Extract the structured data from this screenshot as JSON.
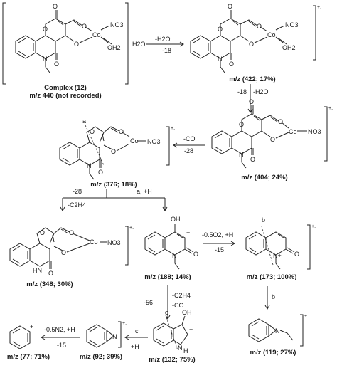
{
  "compounds": {
    "c12": {
      "name": "Complex (12)",
      "mz": "m/z 440 (not recorded)"
    },
    "c422": {
      "mz": "m/z (422; 17%)"
    },
    "c404": {
      "mz": "m/z (404; 24%)"
    },
    "c376": {
      "mz": "m/z (376; 18%)"
    },
    "c348": {
      "mz": "m/z (348; 30%)"
    },
    "c188": {
      "mz": "m/z (188; 14%)"
    },
    "c173": {
      "mz": "m/z (173; 100%)"
    },
    "c119": {
      "mz": "m/z (119; 27%)"
    },
    "c132": {
      "mz": "m/z (132; 75%)"
    },
    "c92": {
      "mz": "m/z (92; 39%)"
    },
    "c77": {
      "mz": "m/z (77; 71%)"
    }
  },
  "steps": {
    "s1a": "-H2O",
    "s1b": "-18",
    "water": "H2O",
    "s2a": "-18",
    "s2b": "-H2O",
    "s3a": "-CO",
    "s3b": "-28",
    "s4a": "-28",
    "s4b": "-C2H4",
    "s5a": "a, +H",
    "s6a": "-0.5O2, +H",
    "s6b": "-15",
    "s7a": "b",
    "s8a": "-56",
    "s8b": "-C2H4",
    "s8c": "-CO",
    "s9a": "c",
    "s9b": "+H",
    "s10a": "-0.5N2, +H",
    "s10b": "-15"
  },
  "labels": {
    "cleave_a": "a",
    "cleave_b": "b",
    "cleave_c": "c",
    "cation": "+.",
    "co": "Co",
    "no3": "NO3",
    "oh2": "OH2",
    "o": "O",
    "n": "N",
    "oh": "OH",
    "nplus": "N+",
    "h": "H"
  }
}
